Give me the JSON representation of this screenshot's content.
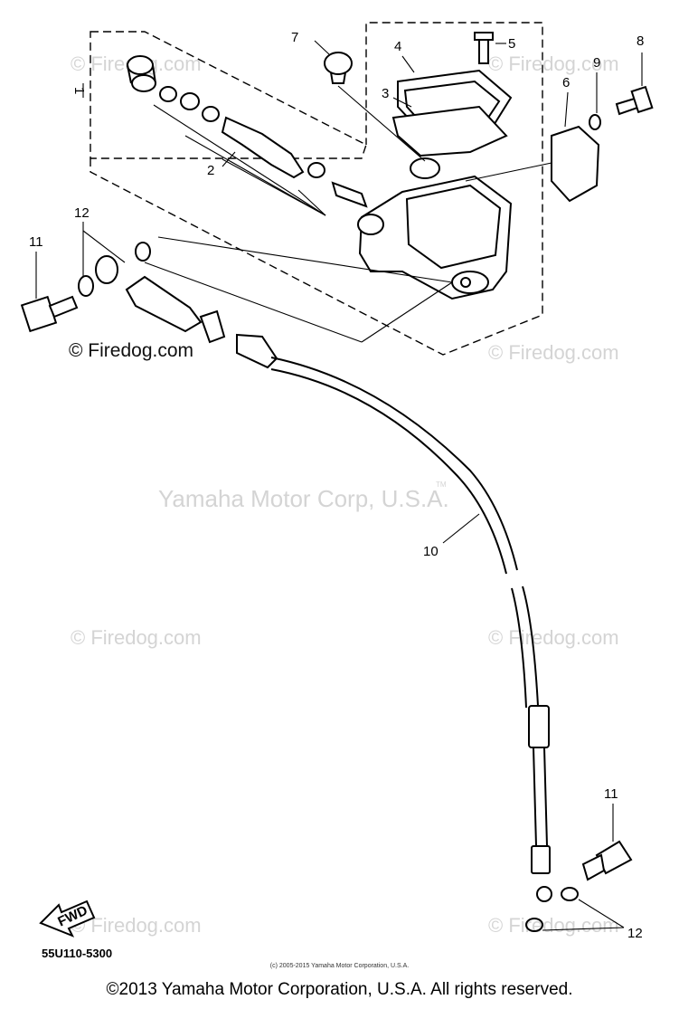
{
  "watermarks": {
    "firedog": "© Firedog.com",
    "yamaha": "Yamaha Motor Corp, U.S.A.",
    "tm": "TM"
  },
  "diagram": {
    "assembly_label": "1",
    "callouts": [
      "2",
      "3",
      "4",
      "5",
      "6",
      "7",
      "8",
      "9",
      "10",
      "11",
      "12",
      "11",
      "12"
    ],
    "fwd_label": "FWD",
    "diagram_code": "55U110-5300",
    "small_copyright": "(c) 2005-2015 Yamaha Motor Corporation, U.S.A."
  },
  "footer": {
    "copyright": "©2013 Yamaha Motor Corporation, U.S.A. All rights reserved."
  }
}
